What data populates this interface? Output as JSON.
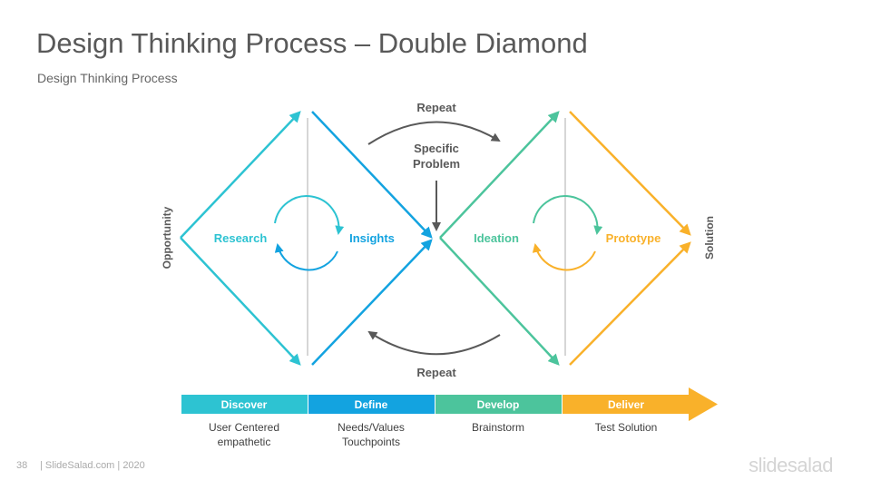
{
  "slide": {
    "title": "Design Thinking Process – Double Diamond",
    "subtitle": "Design Thinking Process",
    "page_number": "38",
    "source": "| SlideSalad.com | 2020",
    "brand": "slidesalad"
  },
  "diagram": {
    "start_label": "Opportunity",
    "end_label": "Solution",
    "repeat_top": "Repeat",
    "repeat_bottom": "Repeat",
    "specific_problem_line1": "Specific",
    "specific_problem_line2": "Problem",
    "diamond1": {
      "left": "Research",
      "right": "Insights"
    },
    "diamond2": {
      "left": "Ideation",
      "right": "Prototype"
    }
  },
  "phases": [
    {
      "name": "Discover",
      "desc_line1": "User Centered",
      "desc_line2": "empathetic",
      "color": "#2DC3D2"
    },
    {
      "name": "Define",
      "desc_line1": "Needs/Values",
      "desc_line2": "Touchpoints",
      "color": "#13A3E0"
    },
    {
      "name": "Develop",
      "desc_line1": "Brainstorm",
      "desc_line2": "",
      "color": "#4CC49C"
    },
    {
      "name": "Deliver",
      "desc_line1": "Test Solution",
      "desc_line2": "",
      "color": "#F9B12A"
    }
  ],
  "colors": {
    "teal": "#2DC3D2",
    "blue": "#13A3E0",
    "green": "#4CC49C",
    "yellow": "#F9B12A",
    "dark": "#595959"
  },
  "icons": [
    "arrow-icon",
    "cycle-icon"
  ]
}
